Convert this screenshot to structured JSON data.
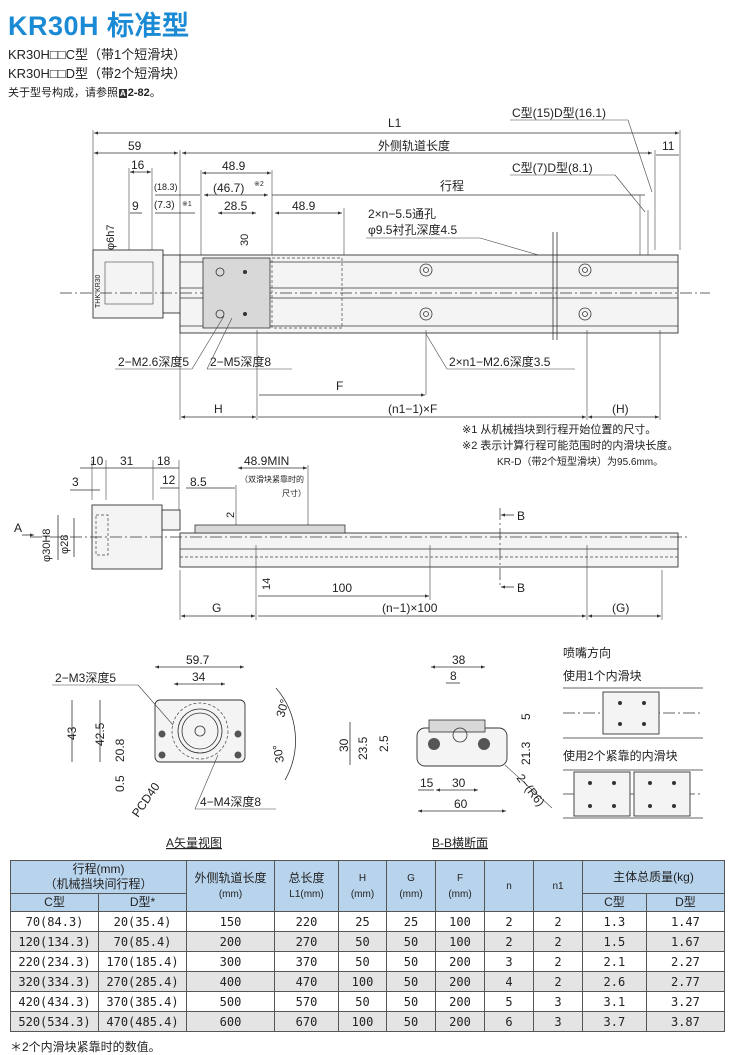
{
  "header": {
    "title": "KR30H  标准型",
    "line1": "KR30H□□C型（带1个短滑块）",
    "line2": "KR30H□□D型（带2个短滑块）",
    "line3_prefix": "关于型号构成，请参照",
    "line3_ref_icon": "A",
    "line3_ref": "2-82",
    "line3_suffix": "。"
  },
  "top_view": {
    "dims": {
      "L1": "L1",
      "outer_rail": "外侧轨道长度",
      "d59": "59",
      "d11": "11",
      "d16": "16",
      "d9": "9",
      "d18_3": "(18.3)",
      "d7_3": "(7.3)",
      "note1_mark": "※1",
      "d48_9a": "48.9",
      "d46_7": "(46.7)",
      "note2_mark": "※2",
      "d28_5": "28.5",
      "d48_9b": "48.9",
      "d30": "30",
      "stroke": "行程",
      "phi6h7": "φ6h7",
      "c15d16": "C型(15)D型(16.1)",
      "c7d8": "C型(7)D型(8.1)",
      "holes1": "2×n−5.5通孔",
      "holes2": "φ9.5衬孔深度4.5",
      "m26": "2−M2.6深度5",
      "m5": "2−M5深度8",
      "n1m26": "2×n1−M2.6深度3.5",
      "F": "F",
      "H": "H",
      "n1F": "(n1−1)×F",
      "Hp": "(H)",
      "logo": "THK KR30"
    },
    "notes": [
      "※1  从机械挡块到行程开始位置的尺寸。",
      "※2  表示计算行程可能范围时的内滑块长度。",
      "KR-D（带2个短型滑块）为95.6mm。"
    ]
  },
  "side_view": {
    "dims": {
      "d10": "10",
      "d31": "31",
      "d18": "18",
      "d3": "3",
      "d12": "12",
      "d8_5": "8.5",
      "d48_9min": "48.9MIN",
      "min_note1": "（双滑块紧靠时的",
      "min_note2": "尺寸）",
      "d2": "2",
      "phi30h8": "φ30H8",
      "phi28": "φ28",
      "A": "A",
      "d14": "14",
      "d100": "100",
      "G": "G",
      "n100": "(n−1)×100",
      "Gp": "(G)",
      "B": "B"
    }
  },
  "a_view": {
    "caption": "A矢量视图",
    "dims": {
      "d59_7": "59.7",
      "d34": "34",
      "m3": "2−M3深度5",
      "d43": "43",
      "d42_5": "42.5",
      "d20_8": "20.8",
      "d0_5": "0.5",
      "pcd": "PCD40",
      "m4": "4−M4深度8",
      "a30a": "30°",
      "a30b": "30°"
    }
  },
  "bb_section": {
    "caption": "B-B横断面",
    "dims": {
      "d38": "38",
      "d8": "8",
      "d5": "5",
      "d30": "30",
      "d23_5": "23.5",
      "d2_5": "2.5",
      "d21_3": "21.3",
      "d15": "15",
      "d30b": "30",
      "d60": "60",
      "r6": "2−(R6)"
    }
  },
  "nozzle": {
    "title": "喷嘴方向",
    "one": "使用1个内滑块",
    "two": "使用2个紧靠的内滑块"
  },
  "table": {
    "h_stroke1": "行程(mm)",
    "h_stroke2": "（机械挡块间行程）",
    "h_c": "C型",
    "h_d": "D型*",
    "h_rail1": "外侧轨道长度",
    "h_rail2": "(mm)",
    "h_total1": "总长度",
    "h_total2": "L1(mm)",
    "h_H1": "H",
    "h_H2": "(mm)",
    "h_G1": "G",
    "h_G2": "(mm)",
    "h_F1": "F",
    "h_F2": "(mm)",
    "h_n": "n",
    "h_n1": "n1",
    "h_mass": "主体总质量(kg)",
    "h_mc": "C型",
    "h_md": "D型",
    "rows": [
      [
        "70(84.3)",
        "20(35.4)",
        "150",
        "220",
        "25",
        "25",
        "100",
        "2",
        "2",
        "1.3",
        "1.47"
      ],
      [
        "120(134.3)",
        "70(85.4)",
        "200",
        "270",
        "50",
        "50",
        "100",
        "2",
        "2",
        "1.5",
        "1.67"
      ],
      [
        "220(234.3)",
        "170(185.4)",
        "300",
        "370",
        "50",
        "50",
        "200",
        "3",
        "2",
        "2.1",
        "2.27"
      ],
      [
        "320(334.3)",
        "270(285.4)",
        "400",
        "470",
        "100",
        "50",
        "200",
        "4",
        "2",
        "2.6",
        "2.77"
      ],
      [
        "420(434.3)",
        "370(385.4)",
        "500",
        "570",
        "50",
        "50",
        "200",
        "5",
        "3",
        "3.1",
        "3.27"
      ],
      [
        "520(534.3)",
        "470(485.4)",
        "600",
        "670",
        "100",
        "50",
        "200",
        "6",
        "3",
        "3.7",
        "3.87"
      ]
    ],
    "footnote": "＊2个内滑块紧靠时的数值。"
  },
  "colors": {
    "title": "#1a8ad4",
    "header_bg": "#b8d3ec",
    "alt_row": "#e4e4e4"
  }
}
